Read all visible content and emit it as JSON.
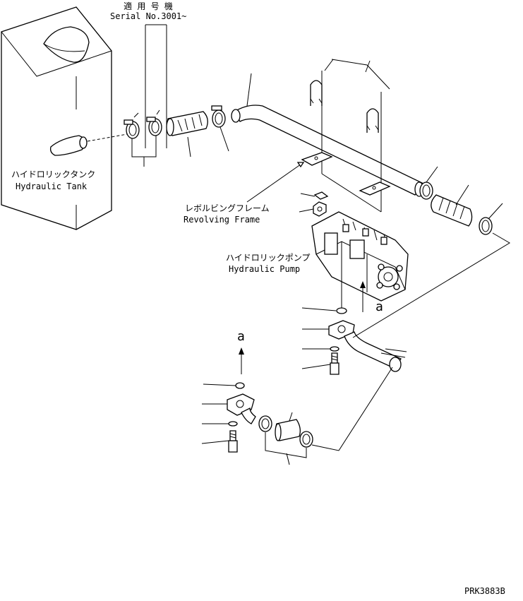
{
  "header": {
    "applicable_jp": "適 用 号 機",
    "serial": "Serial No.3001~"
  },
  "labels": {
    "hydraulic_tank_jp": "ハイドロリックタンク",
    "hydraulic_tank_en": "Hydraulic Tank",
    "revolving_frame_jp": "レボルビングフレーム",
    "revolving_frame_en": "Revolving Frame",
    "hydraulic_pump_jp": "ハイドロリックポンプ",
    "hydraulic_pump_en": "Hydraulic Pump",
    "view_a_upper": "a",
    "view_a_lower": "a"
  },
  "footer": {
    "drawing_code": "PRK3883B"
  }
}
